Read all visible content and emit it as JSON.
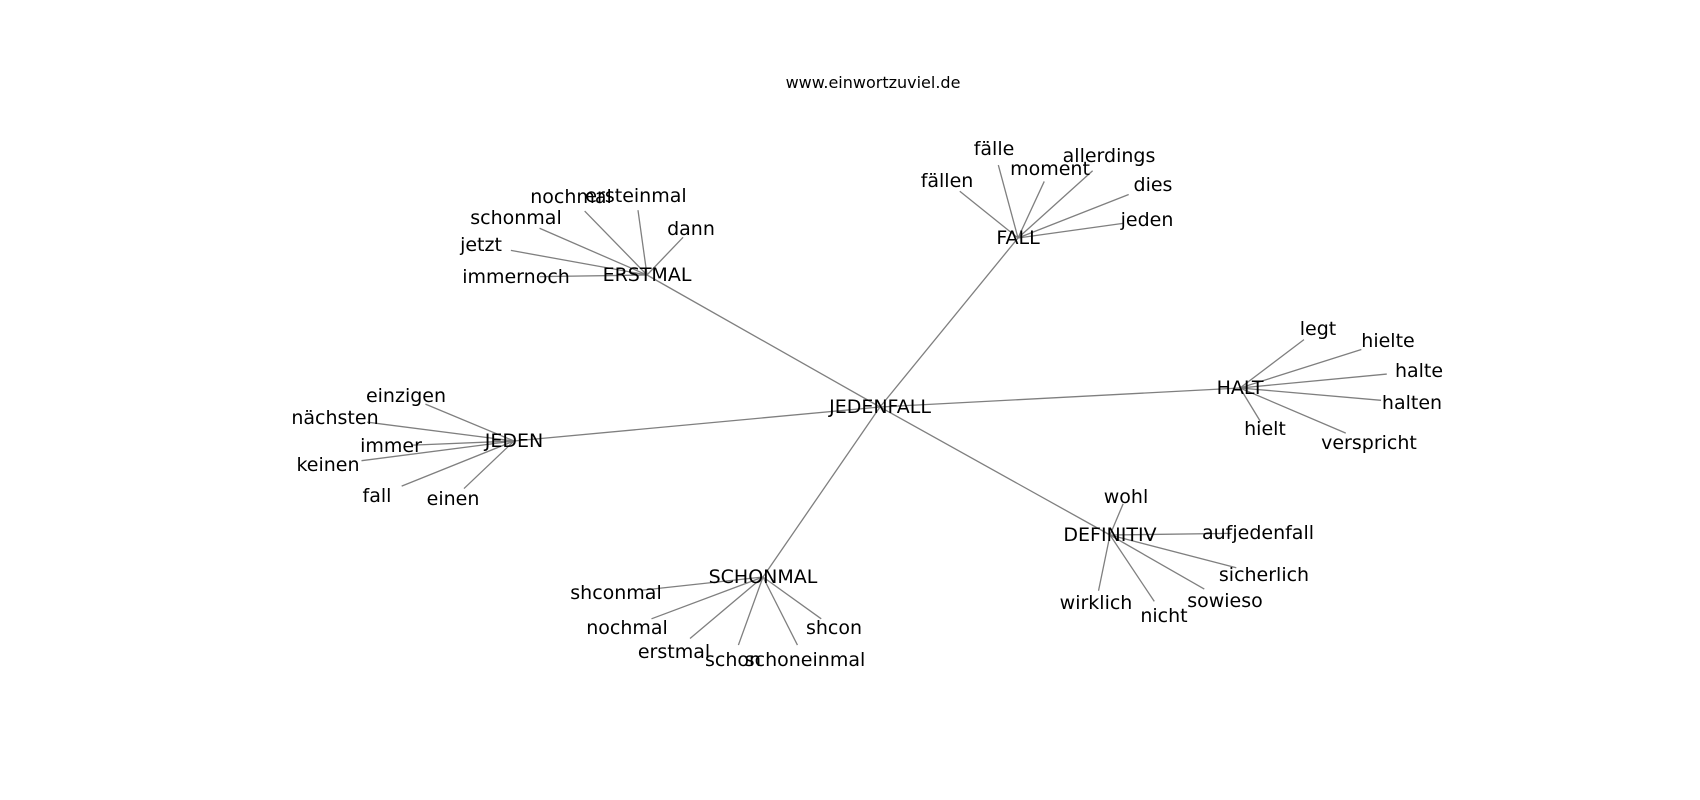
{
  "title": "www.einwortzuviel.de",
  "root": "JEDENFALL",
  "clusters": [
    {
      "id": "fall",
      "label": "FALL",
      "children": [
        "fällen",
        "fälle",
        "moment",
        "allerdings",
        "dies",
        "jeden"
      ]
    },
    {
      "id": "erstmal",
      "label": "ERSTMAL",
      "children": [
        "nochmal",
        "ersteinmal",
        "schonmal",
        "dann",
        "jetzt",
        "immernoch"
      ]
    },
    {
      "id": "halt",
      "label": "HALT",
      "children": [
        "legt",
        "hielte",
        "halte",
        "halten",
        "hielt",
        "verspricht"
      ]
    },
    {
      "id": "jeden",
      "label": "JEDEN",
      "children": [
        "einzigen",
        "nächsten",
        "immer",
        "keinen",
        "fall",
        "einen"
      ]
    },
    {
      "id": "definitiv",
      "label": "DEFINITIV",
      "children": [
        "wohl",
        "aufjedenfall",
        "sicherlich",
        "sowieso",
        "wirklich",
        "nicht"
      ]
    },
    {
      "id": "schonmal",
      "label": "SCHONMAL",
      "children": [
        "shconmal",
        "nochmal",
        "erstmal",
        "schon",
        "schoneinmal",
        "shcon"
      ]
    }
  ],
  "colors": {
    "edge": "#7f7f7f",
    "text": "#000000",
    "background": "#ffffff"
  }
}
